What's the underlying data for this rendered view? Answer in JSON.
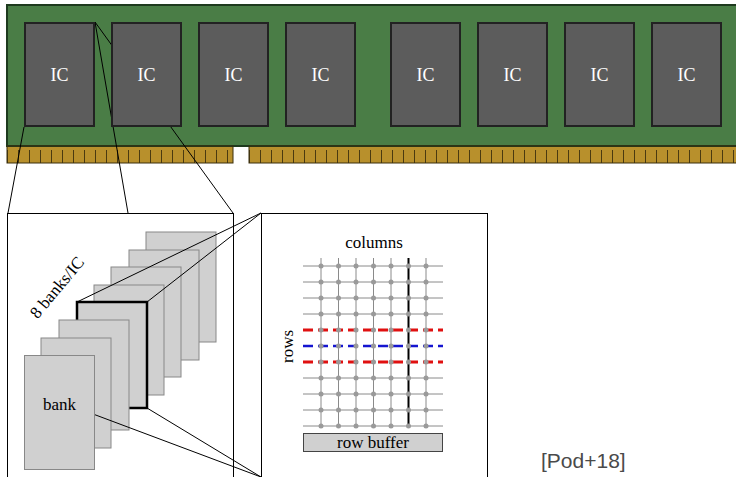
{
  "diagram": {
    "nodes": [
      {
        "text": [
          "IC"
        ]
      },
      {
        "text": [
          "IC"
        ]
      },
      {
        "text": [
          "IC"
        ]
      },
      {
        "text": [
          "IC"
        ]
      },
      {
        "text": [
          "IC"
        ]
      },
      {
        "text": [
          "IC"
        ]
      },
      {
        "text": [
          "IC"
        ]
      },
      {
        "text": [
          "IC"
        ]
      },
      {
        "text": [
          "8 banks/IC"
        ]
      },
      {
        "text": [
          "bank"
        ],
        "in": 8
      },
      {
        "text": [
          "columns",
          "rows"
        ]
      },
      {
        "text": [
          "row buffer"
        ],
        "in": 10
      }
    ],
    "labels": [
      "[Pod+18]"
    ]
  }
}
